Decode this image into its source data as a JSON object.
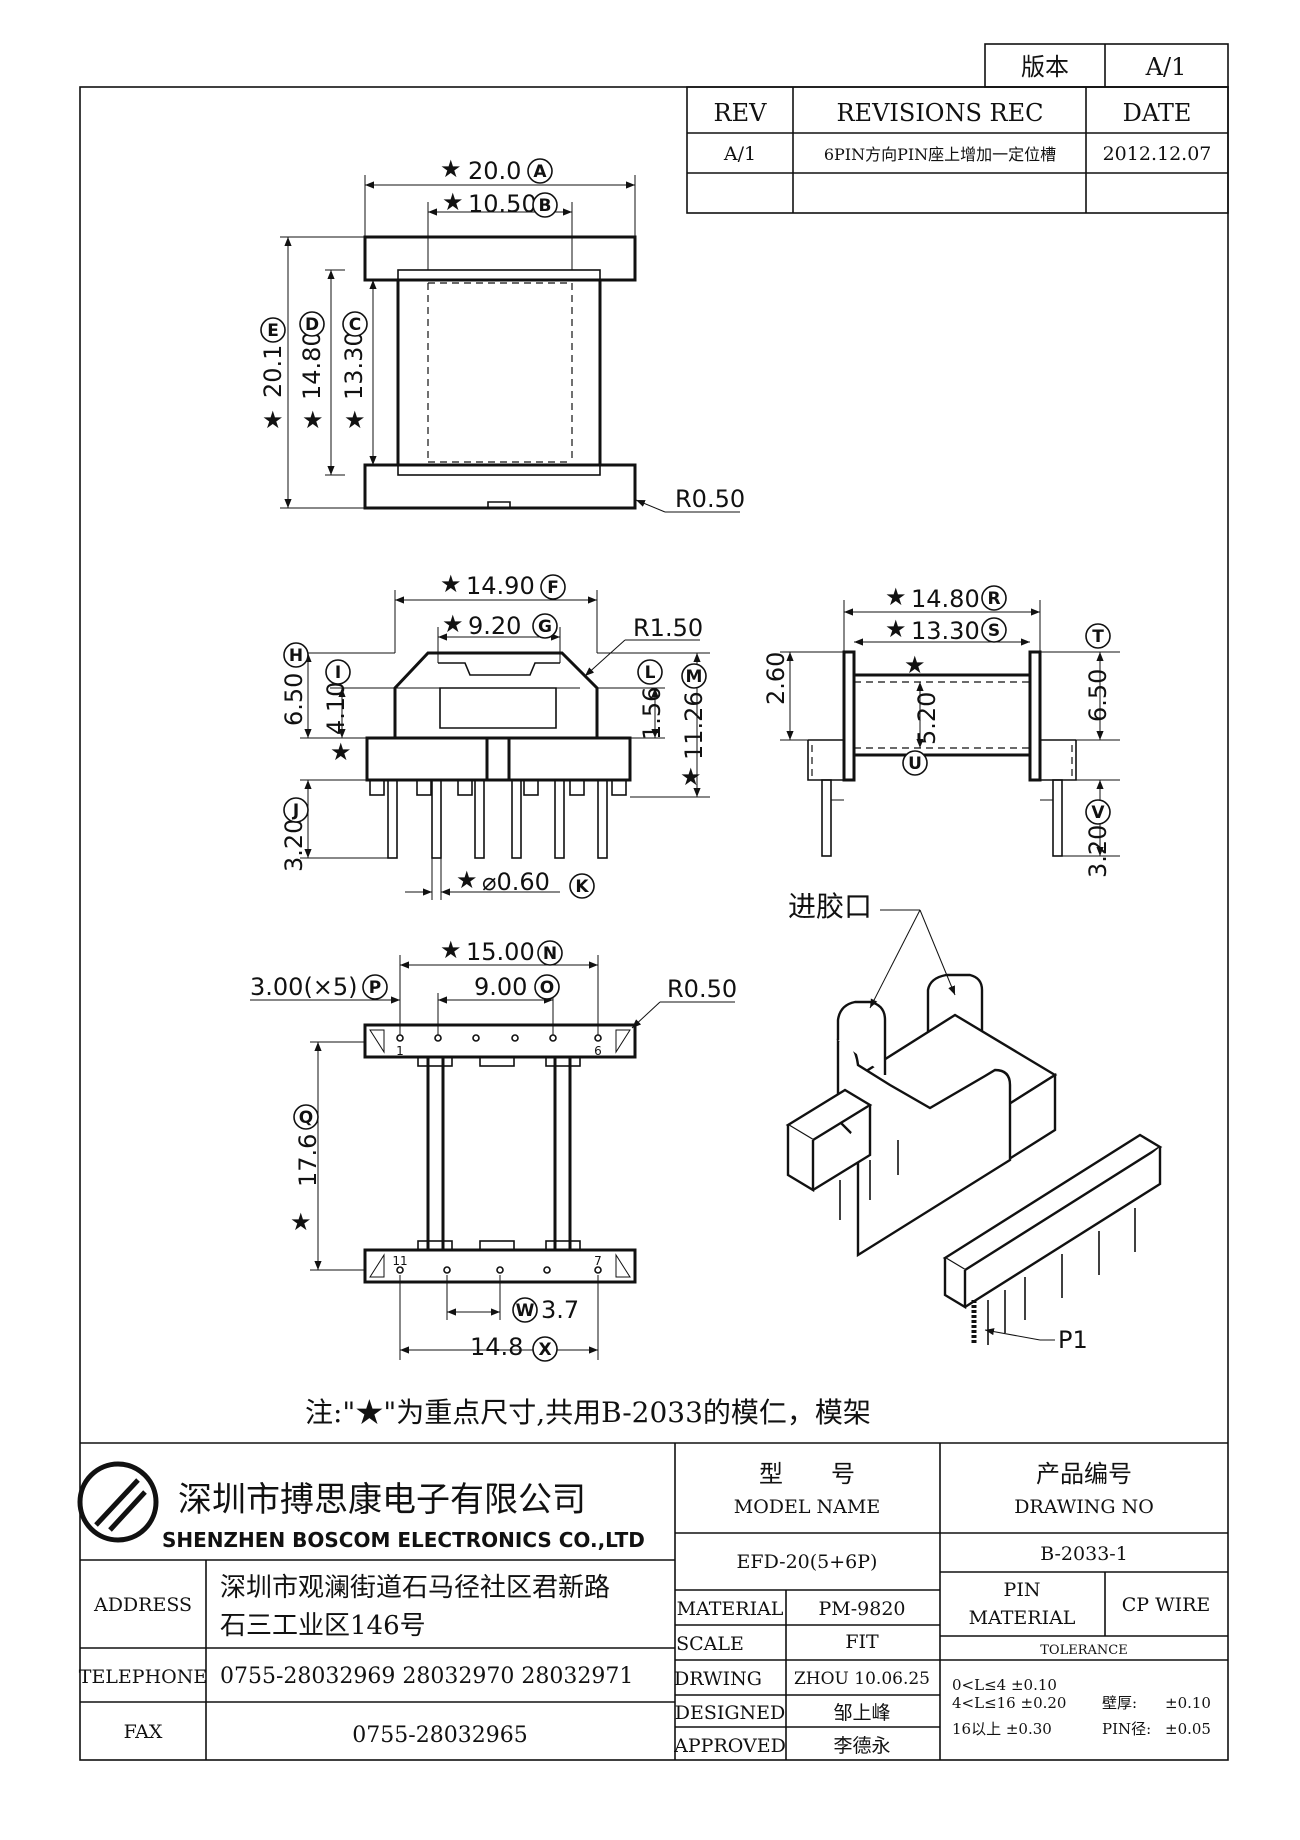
{
  "version_box": {
    "label": "版本",
    "value": "A/1"
  },
  "revisions": {
    "headers": [
      "REV",
      "REVISIONS REC",
      "DATE"
    ],
    "rows": [
      {
        "rev": "A/1",
        "rec": "6PIN方向PIN座上增加一定位槽",
        "date": "2012.12.07"
      }
    ]
  },
  "dimensions": {
    "top_view": {
      "A": "20.0",
      "B": "10.50",
      "C": "13.30",
      "D": "14.80",
      "E": "20.1",
      "radius": "R0.50"
    },
    "front_view": {
      "F": "14.90",
      "G": "9.20",
      "H": "6.50",
      "I": "4.10",
      "J": "3.20",
      "K": "⌀0.60",
      "L": "1.56",
      "M": "11.26",
      "radius": "R1.50"
    },
    "side_view": {
      "R": "14.80",
      "S": "13.30",
      "T": "6.50",
      "U": "5.20",
      "V": "3.20",
      "left": "2.60"
    },
    "bottom_view": {
      "N": "15.00",
      "O": "9.00",
      "P": "3.00(×5)",
      "Q": "17.6",
      "W": "3.7",
      "X": "14.8",
      "radius": "R0.50",
      "pin_labels": [
        "1",
        "6",
        "11",
        "7"
      ]
    },
    "iso_view": {
      "gate_label": "进胶口",
      "pin_label": "P1"
    }
  },
  "note": "注:\"★\"为重点尺寸,共用B-2033的模仁，模架",
  "title_block": {
    "company_cn": "深圳市搏思康电子有限公司",
    "company_en": "SHENZHEN BOSCOM ELECTRONICS CO.,LTD",
    "address_label": "ADDRESS",
    "address_line1": "深圳市观澜街道石马径社区君新路",
    "address_line2": "石三工业区146号",
    "telephone_label": "TELEPHONE",
    "telephone": "0755-28032969 28032970 28032971",
    "fax_label": "FAX",
    "fax": "0755-28032965",
    "model_label_cn": "型　　号",
    "model_label_en": "MODEL NAME",
    "model": "EFD-20(5+6P)",
    "drawing_label_cn": "产品编号",
    "drawing_label_en": "DRAWING NO",
    "drawing_no": "B-2033-1",
    "material_label": "MATERIAL",
    "material": "PM-9820",
    "pin_material_label": "PIN MATERIAL",
    "pin_material": "CP WIRE",
    "scale_label": "SCALE",
    "scale": "FIT",
    "drwing_label": "DRWING",
    "drwing": "ZHOU 10.06.25",
    "designed_label": "DESIGNED",
    "designed": "邹上峰",
    "approved_label": "APPROVED",
    "approved": "李德永",
    "tolerance_label": "TOLERANCE",
    "tolerance_lines": [
      "0<L≤4  ±0.10",
      "4<L≤16 ±0.20",
      "16以上    ±0.30"
    ],
    "wall_label": "壁厚:",
    "wall_tol": "±0.10",
    "pin_dia_label": "PIN径:",
    "pin_dia_tol": "±0.05"
  }
}
